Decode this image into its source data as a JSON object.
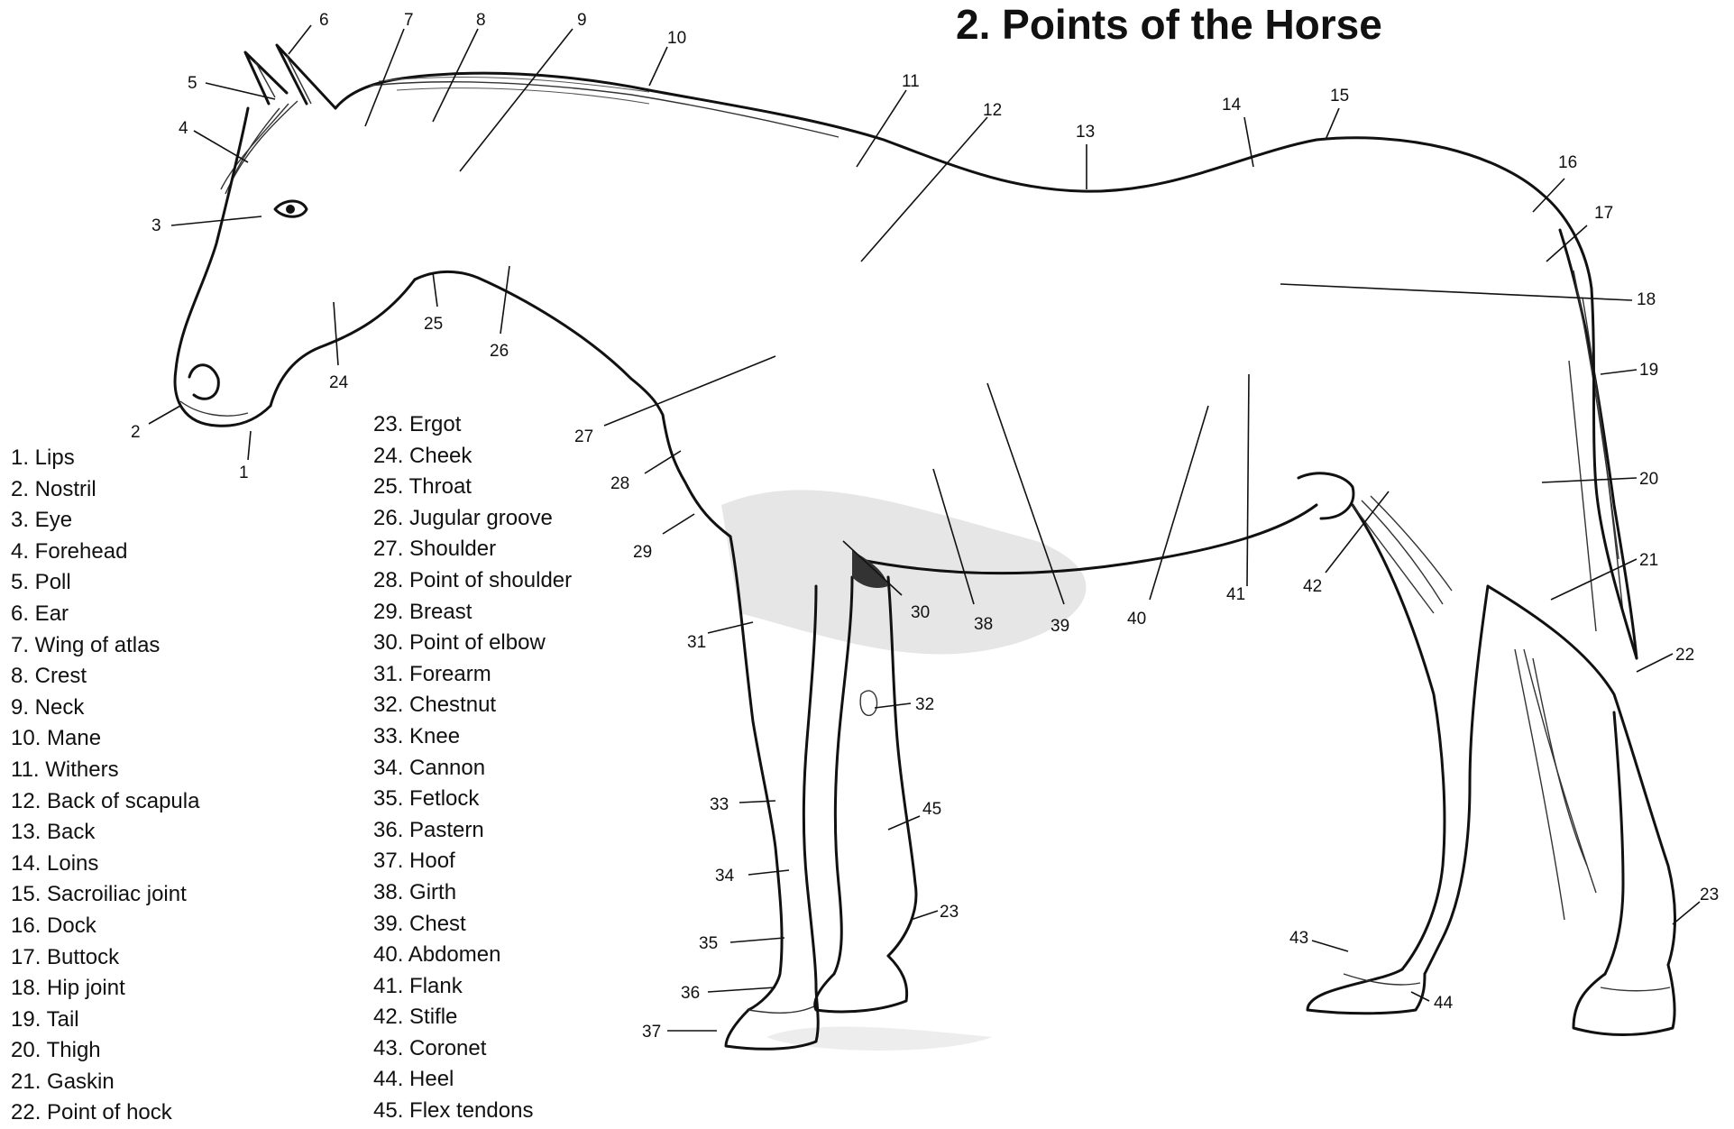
{
  "title": "2. Points of the Horse",
  "legend_left": [
    "1. Lips",
    "2. Nostril",
    "3. Eye",
    "4. Forehead",
    "5. Poll",
    "6. Ear",
    "7. Wing of atlas",
    "8. Crest",
    "9. Neck",
    "10. Mane",
    "11. Withers",
    "12. Back of scapula",
    "13. Back",
    "14. Loins",
    "15. Sacroiliac joint",
    "16. Dock",
    "17. Buttock",
    "18. Hip joint",
    "19. Tail",
    "20. Thigh",
    "21. Gaskin",
    "22. Point of hock"
  ],
  "legend_right": [
    "23. Ergot",
    "24. Cheek",
    "25. Throat",
    "26. Jugular groove",
    "27. Shoulder",
    "28. Point of shoulder",
    "29. Breast",
    "30. Point of elbow",
    "31. Forearm",
    "32. Chestnut",
    "33. Knee",
    "34. Cannon",
    "35. Fetlock",
    "36. Pastern",
    "37. Hoof",
    "38. Girth",
    "39. Chest",
    "40. Abdomen",
    "41. Flank",
    "42. Stifle",
    "43. Coronet",
    "44. Heel",
    "45. Flex tendons"
  ],
  "callouts": [
    "1",
    "2",
    "3",
    "4",
    "5",
    "6",
    "7",
    "8",
    "9",
    "10",
    "11",
    "12",
    "13",
    "14",
    "15",
    "16",
    "17",
    "18",
    "19",
    "20",
    "21",
    "22",
    "23",
    "23",
    "24",
    "25",
    "26",
    "27",
    "28",
    "29",
    "30",
    "31",
    "32",
    "33",
    "34",
    "35",
    "36",
    "37",
    "38",
    "39",
    "40",
    "41",
    "42",
    "43",
    "44",
    "45"
  ]
}
